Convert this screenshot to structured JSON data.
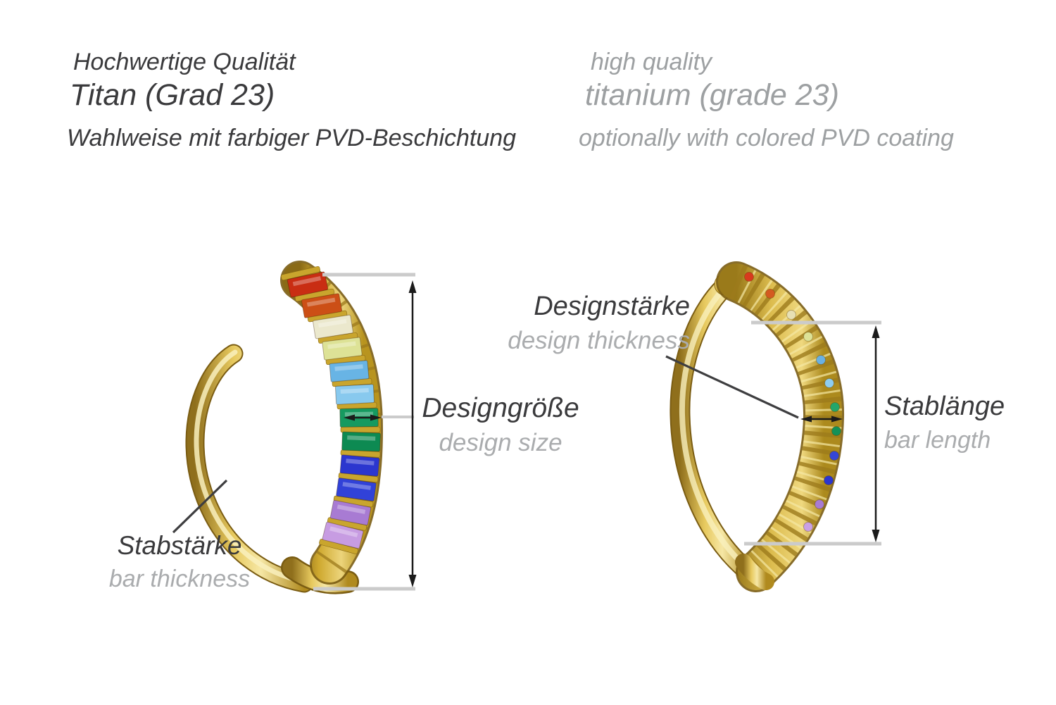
{
  "header": {
    "de": {
      "line1": "Hochwertige Qualität",
      "line2": "Titan (Grad 23)",
      "line3": "Wahlweise mit farbiger PVD-Beschichtung"
    },
    "en": {
      "line1": "high quality",
      "line2": "titanium (grade 23)",
      "line3": "optionally with colored PVD coating"
    }
  },
  "annotations": {
    "bar_thickness": {
      "de": "Stabstärke",
      "en": "bar thickness"
    },
    "design_size": {
      "de": "Designgröße",
      "en": "design size"
    },
    "design_thickness": {
      "de": "Designstärke",
      "en": "design thickness"
    },
    "bar_length": {
      "de": "Stablänge",
      "en": "bar length"
    }
  },
  "rings": {
    "left": {
      "gems": [
        "#c92d13",
        "#cc4f16",
        "#ebe8cd",
        "#dde296",
        "#68b4e5",
        "#88c9ee",
        "#169a60",
        "#0d8a52",
        "#2b36cf",
        "#3142d8",
        "#a87bd3",
        "#c79ce2"
      ]
    },
    "right": {
      "gems": [
        "#d83a1e",
        "#d45a20",
        "#e7e0b4",
        "#dde296",
        "#6ab1e2",
        "#8ecdf0",
        "#23a66a",
        "#139158",
        "#3546d6",
        "#2b36cf",
        "#a87bd3",
        "#c9a0e4"
      ]
    }
  },
  "colors": {
    "text_dark": "#3a3a3c",
    "text_gray": "#9da0a2",
    "label_gray": "#aaacae",
    "measure": "#1b1b1b",
    "connector": "#cbcbcb",
    "pointer": "#3e3e40",
    "gold": "#d4af37",
    "background": "#ffffff"
  }
}
